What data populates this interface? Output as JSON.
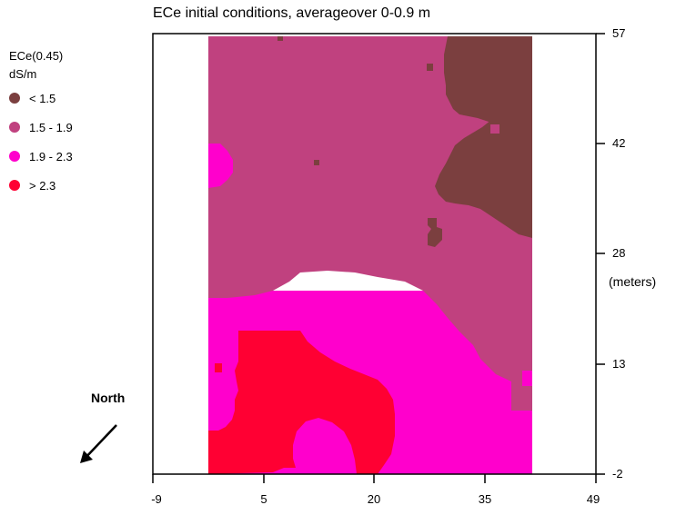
{
  "title": "ECe initial conditions, averageover 0-0.9 m",
  "legend": {
    "title_line1": "ECe(0.45)",
    "title_line2": "dS/m",
    "items": [
      {
        "label": "< 1.5",
        "color": "#7b3f3f"
      },
      {
        "label": "1.5 - 1.9",
        "color": "#c0417f"
      },
      {
        "label": "1.9 - 2.3",
        "color": "#ff00cc"
      },
      {
        "label": "> 2.3",
        "color": "#ff0033"
      }
    ]
  },
  "axes": {
    "x_ticks": [
      "-9",
      "5",
      "20",
      "35",
      "49"
    ],
    "y_ticks": [
      "57",
      "42",
      "28",
      "13",
      "-2"
    ],
    "y_unit": "(meters)"
  },
  "north_label": "North"
}
